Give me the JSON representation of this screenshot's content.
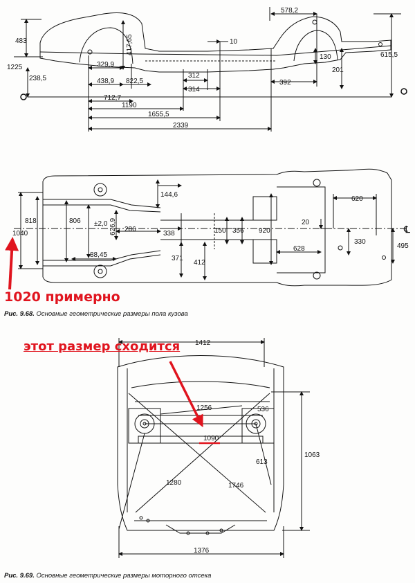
{
  "fig1": {
    "caption_num": "Рис. 9.68.",
    "caption_text": "Основные геометрические размеры пола кузова",
    "side": {
      "d483": "483",
      "d1225": "1225",
      "d2385": "238,5",
      "d4176": "417,65",
      "d3299": "329,9",
      "d4389": "438,9",
      "d8225": "822,5",
      "d7127": "712,7",
      "d1190": "1190",
      "d16555": "1655,5",
      "d2339": "2339",
      "d10": "10",
      "d312": "312",
      "d314": "314",
      "d5782": "578,2",
      "d130": "130",
      "d201": "201",
      "d392": "392",
      "d6155": "615,5",
      "zero_left": "0",
      "zero_right": "0"
    },
    "plan": {
      "d818": "818",
      "d1040": "1040",
      "d806": "806",
      "d20a": "±2,0",
      "d6269": "626,9",
      "d286": "286",
      "d338": "338",
      "d1446": "144,6",
      "d8845": "88,45",
      "d371": "371",
      "d412": "412",
      "d150": "150",
      "d356": "356",
      "d920": "920",
      "d620": "620",
      "d20b": "20",
      "d628": "628",
      "d330": "330",
      "d495": "495"
    }
  },
  "fig2": {
    "caption_num": "Рис. 9.69.",
    "caption_text": "Основные геометрические размеры моторного отсека",
    "d1412": "1412",
    "d1256": "1256",
    "d536": "536",
    "d1090": "1090",
    "d613": "613",
    "d1280": "1280",
    "d1746": "1746",
    "d1063": "1063",
    "d1376": "1376"
  },
  "annotations": {
    "approx": "1020 примерно",
    "matches": "этот  размер  сходится",
    "color": "#e0141e"
  }
}
